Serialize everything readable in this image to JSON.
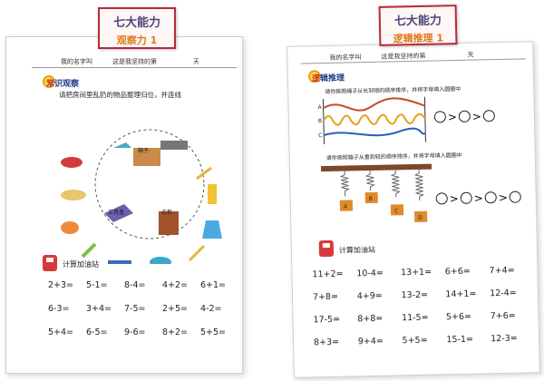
{
  "left": {
    "sign_title": "七大能力",
    "sign_subtitle": "观察力 1",
    "header_name": "我的名字叫",
    "header_days": "这是我坚持的第",
    "header_day_unit": "天",
    "section_icon_char": "常",
    "section_title": "识观察",
    "instruction": "请把房间里乱扔的物品整理归位，并连线",
    "box_label": "箱子",
    "stationery_label": "文具盒",
    "wardrobe_label": "衣柜",
    "math_title": "计算加油站",
    "math": [
      [
        "2+3=",
        "5-1=",
        "8-4=",
        "4+2=",
        "6+1="
      ],
      [
        "6-3=",
        "3+4=",
        "7-5=",
        "2+5=",
        "4-2="
      ],
      [
        "5+4=",
        "6-5=",
        "9-6=",
        "8+2=",
        "5+5="
      ]
    ]
  },
  "right": {
    "sign_title": "七大能力",
    "sign_subtitle": "逻辑推理 1",
    "header_name": "我的名字叫",
    "header_days": "这是我坚持的第",
    "header_day_unit": "天",
    "section_icon_char": "逻",
    "section_title": "辑推理",
    "instruction1": "请你按照绳子从长到短的顺序排序，并将字母填入圆圈中",
    "rope_labels": [
      "A",
      "B",
      "C"
    ],
    "instruction2": "请你按照箱子从重到轻的顺序排序，并将字母填入圆圈中",
    "box_labels": [
      "A",
      "B",
      "C",
      "D"
    ],
    "math_title": "计算加油站",
    "math": [
      [
        "11+2=",
        "10-4=",
        "13+1=",
        "6+6=",
        "7+4="
      ],
      [
        "7+8=",
        "4+9=",
        "13-2=",
        "14+1=",
        "12-4="
      ],
      [
        "17-5=",
        "8+8=",
        "11-5=",
        "5+6=",
        "7+6="
      ],
      [
        "8+3=",
        "9+4=",
        "5+5=",
        "15-1=",
        "12-3="
      ]
    ]
  },
  "colors": {
    "sign_border": "#b22b3a",
    "subtitle": "#e07a1a",
    "section": "#1f3c8c",
    "pump": "#d63a3a"
  }
}
